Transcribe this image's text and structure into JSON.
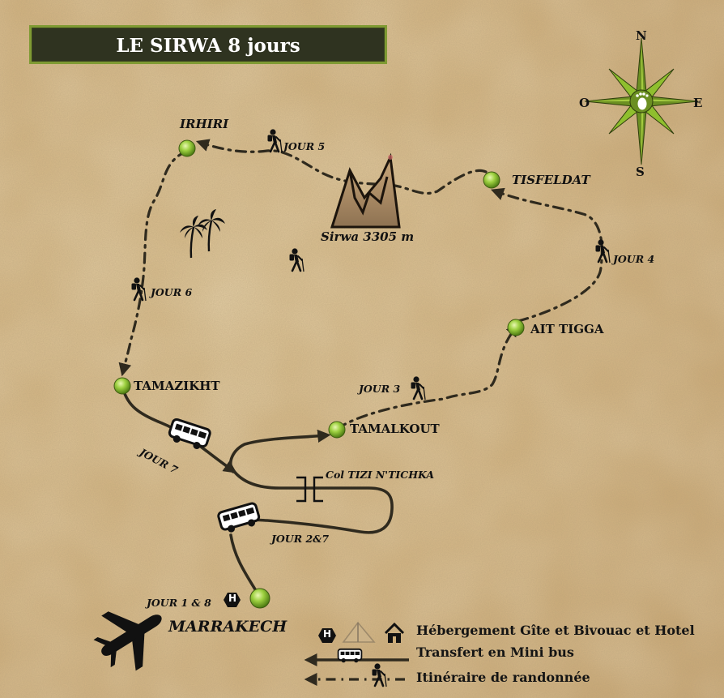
{
  "title": "LE SIRWA 8 jours",
  "compass": {
    "n": "N",
    "s": "S",
    "e": "E",
    "w": "O"
  },
  "places": {
    "irhiri": "IRHIRI",
    "tisfeldat": "TISFELDAT",
    "ait_tigga": "AIT TIGGA",
    "tamazikht": "TAMAZIKHT",
    "tamalkout": "TAMALKOUT",
    "marrakech": "MARRAKECH",
    "col": "Col TIZI N'TICHKA",
    "sirwa": "Sirwa 3305 m"
  },
  "days": {
    "j5": "JOUR 5",
    "j4": "JOUR 4",
    "j6": "JOUR 6",
    "j3": "JOUR 3",
    "j7": "JOUR 7",
    "j27": "JOUR 2&7",
    "j18": "JOUR 1 & 8"
  },
  "hotel_badge": "H",
  "legend": {
    "lodging": "Hébergement Gîte et Bivouac et Hotel",
    "transfer": "Transfert en Mini bus",
    "trek": "Itinéraire de randonnée"
  },
  "colors": {
    "route": "#2f2a1e",
    "node": "#8cc63f",
    "title_bg": "#2f3320",
    "title_border": "#7f9a33"
  }
}
